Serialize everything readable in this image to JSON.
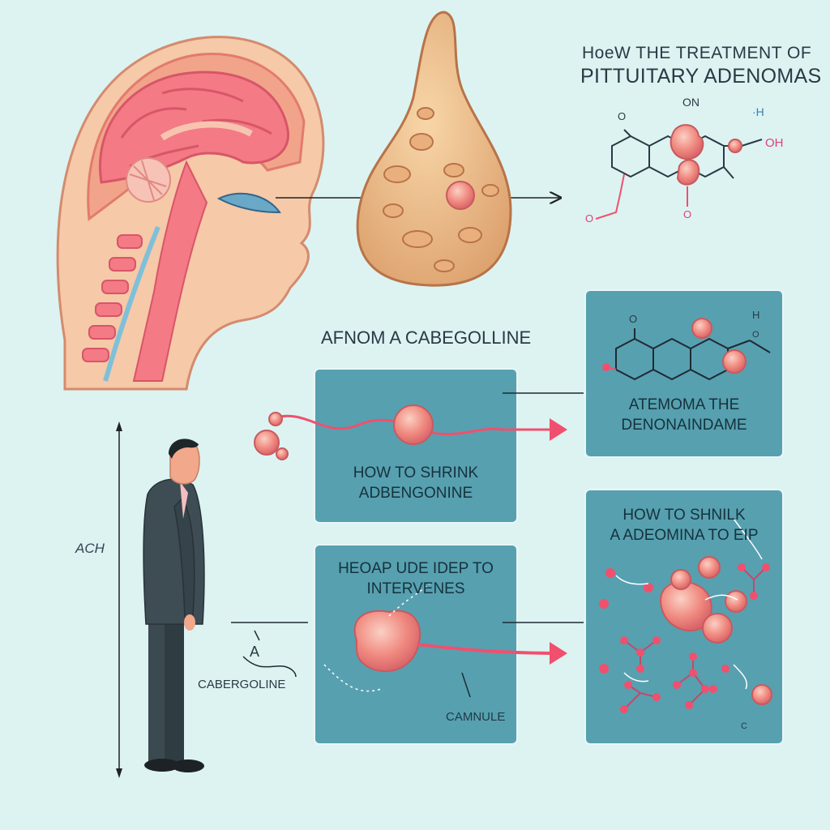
{
  "title": {
    "line1": "HoeW  THE TREATMENT OF",
    "line2": "PITTUITARY ADENOMAS"
  },
  "section_heading": "AFNOM  A CABEGOLLINE",
  "molecule_labels": {
    "top_o": "O",
    "top_on": "ON",
    "top_h": "·H",
    "top_oh": "OH",
    "top_left_o": "O",
    "top_bottom_o": "O",
    "mid_o": "O",
    "mid_h": "H",
    "mid_o2": "O"
  },
  "boxes": {
    "top_left": {
      "line1": "HOW TO SHRINK",
      "line2": "ADBENGONINE"
    },
    "top_right": {
      "line1": "ATEMOMA THE",
      "line2": "DENONAINDAME"
    },
    "bottom_left": {
      "line1": "HEOAP UDE IDEP TO",
      "line2": "INTERVENES",
      "note": "CAMNULE"
    },
    "bottom_right": {
      "line1": "HOW TO SHNILK",
      "line2": "A ADEOMINA TO EIP",
      "note": "C"
    }
  },
  "person": {
    "height_label": "ACH",
    "drug_label": "CABERGOLINE",
    "mark": "A"
  },
  "colors": {
    "background": "#dcf3f2",
    "panel": "#57a0b0",
    "accent_pink": "#f0506e",
    "tumor": "#f08a80",
    "skin": "#f6c9a8"
  }
}
